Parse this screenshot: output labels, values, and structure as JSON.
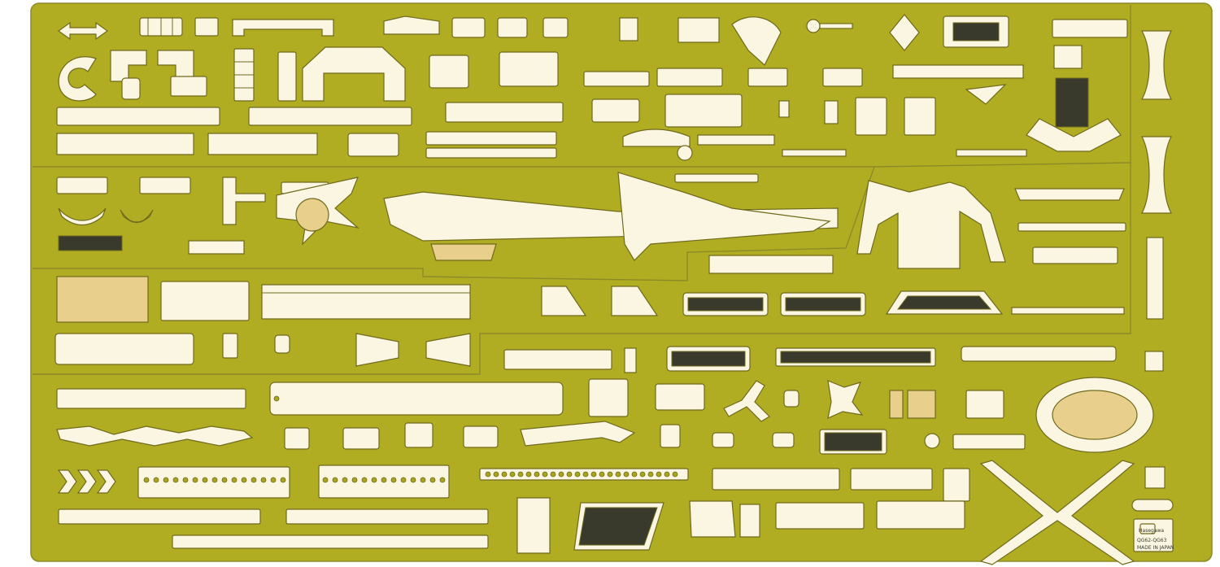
{
  "fret": {
    "background_color": "#b0ad22",
    "part_color": "#fbf6e2",
    "tan_color": "#e9cf8c",
    "mesh_color": "#3a3a2c",
    "brand_logo_text": "Hasegawa",
    "product_code": "QG62-QG63",
    "origin_text": "MADE IN JAPAN"
  }
}
